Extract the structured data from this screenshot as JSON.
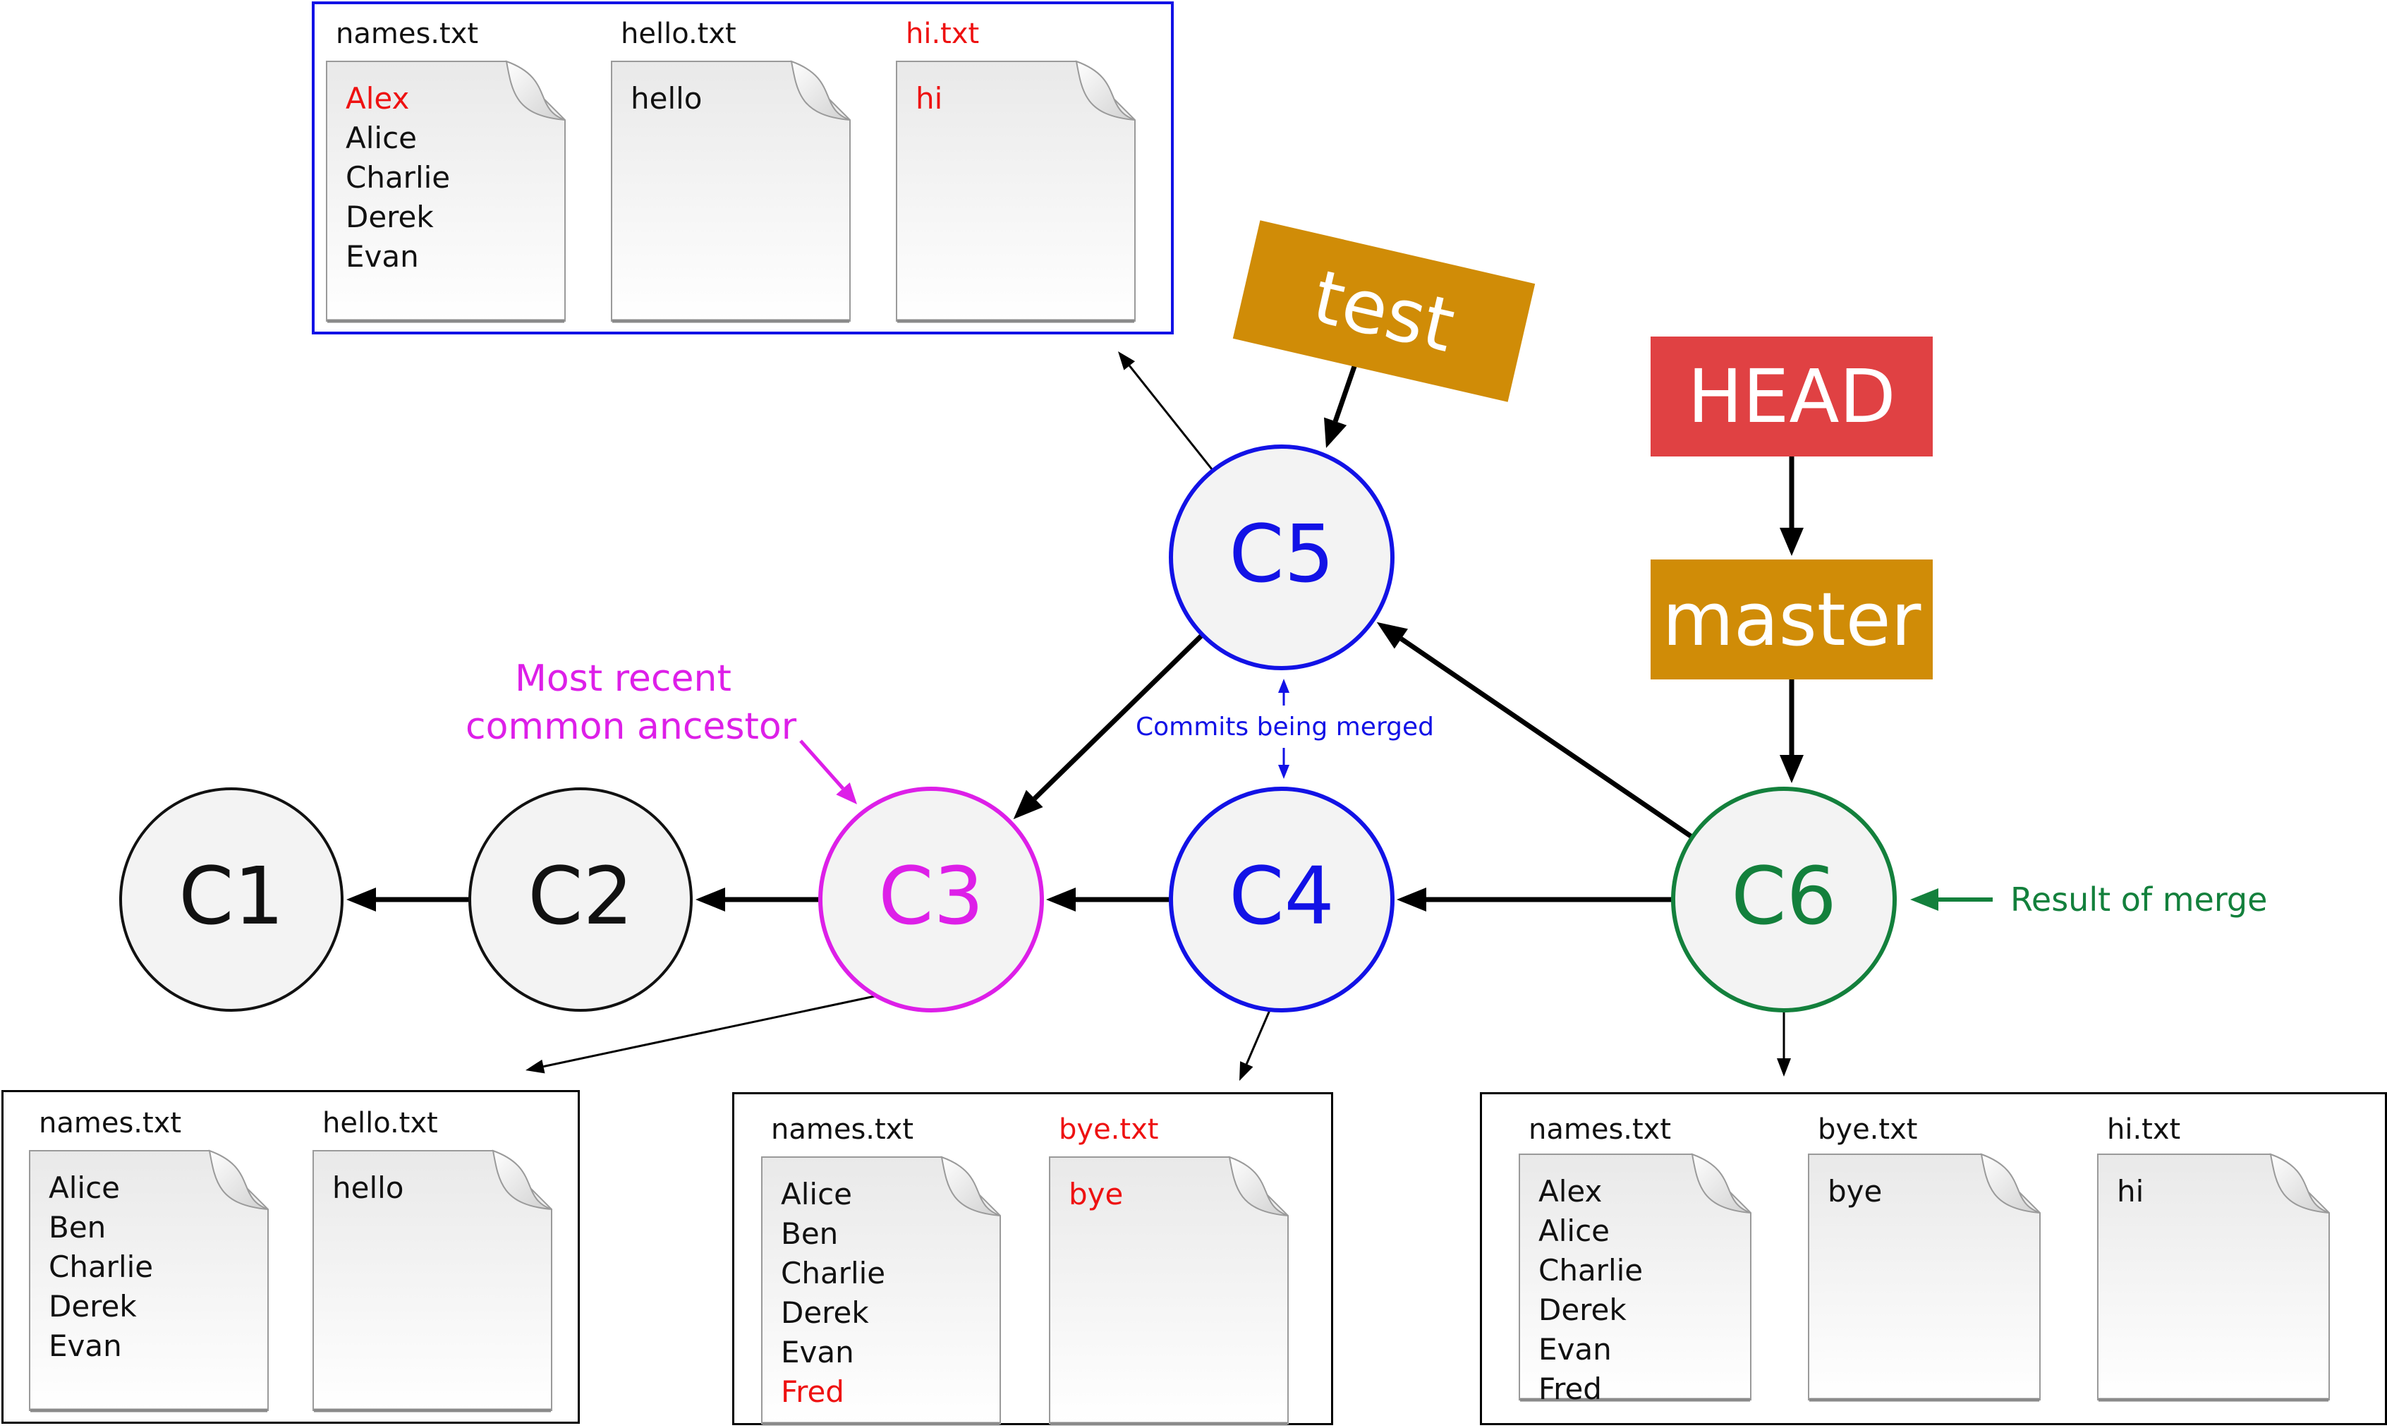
{
  "colors": {
    "commit_default": "#111111",
    "commit_merged": "#1212e6",
    "ancestor": "#dd1fe8",
    "merge_result": "#13803c",
    "branch_ref": "#d08c07",
    "head_ref": "#e04143",
    "new_file": "#ee1111",
    "node_fill": "#f3f3f3"
  },
  "commits": {
    "c1": {
      "label": "C1",
      "role": "default"
    },
    "c2": {
      "label": "C2",
      "role": "default"
    },
    "c3": {
      "label": "C3",
      "role": "ancestor"
    },
    "c4": {
      "label": "C4",
      "role": "merged"
    },
    "c5": {
      "label": "C5",
      "role": "merged"
    },
    "c6": {
      "label": "C6",
      "role": "merge_result"
    }
  },
  "edges": [
    {
      "from": "c2",
      "to": "c1"
    },
    {
      "from": "c3",
      "to": "c2"
    },
    {
      "from": "c4",
      "to": "c3"
    },
    {
      "from": "c5",
      "to": "c3"
    },
    {
      "from": "c6",
      "to": "c4"
    },
    {
      "from": "c6",
      "to": "c5"
    }
  ],
  "refs": {
    "head": {
      "label": "HEAD"
    },
    "master": {
      "label": "master"
    },
    "test": {
      "label": "test"
    }
  },
  "annotations": {
    "ancestor_line1": "Most recent",
    "ancestor_line2": "common ancestor",
    "commits_being_merged": "Commits being merged",
    "result_of_merge": "Result of merge"
  },
  "snapshots": {
    "c5": {
      "files": [
        {
          "name": "names.txt",
          "is_new": false,
          "lines": [
            {
              "text": "Alex",
              "is_new": true
            },
            {
              "text": "Alice"
            },
            {
              "text": "Charlie"
            },
            {
              "text": "Derek"
            },
            {
              "text": "Evan"
            }
          ]
        },
        {
          "name": "hello.txt",
          "is_new": false,
          "lines": [
            {
              "text": "hello"
            }
          ]
        },
        {
          "name": "hi.txt",
          "is_new": true,
          "lines": [
            {
              "text": "hi",
              "is_new": true
            }
          ]
        }
      ]
    },
    "c3": {
      "files": [
        {
          "name": "names.txt",
          "is_new": false,
          "lines": [
            {
              "text": "Alice"
            },
            {
              "text": "Ben"
            },
            {
              "text": "Charlie"
            },
            {
              "text": "Derek"
            },
            {
              "text": "Evan"
            }
          ]
        },
        {
          "name": "hello.txt",
          "is_new": false,
          "lines": [
            {
              "text": "hello"
            }
          ]
        }
      ]
    },
    "c4": {
      "files": [
        {
          "name": "names.txt",
          "is_new": false,
          "lines": [
            {
              "text": "Alice"
            },
            {
              "text": "Ben"
            },
            {
              "text": "Charlie"
            },
            {
              "text": "Derek"
            },
            {
              "text": "Evan"
            },
            {
              "text": "Fred",
              "is_new": true
            }
          ]
        },
        {
          "name": "bye.txt",
          "is_new": true,
          "lines": [
            {
              "text": "bye",
              "is_new": true
            }
          ]
        }
      ]
    },
    "c6": {
      "files": [
        {
          "name": "names.txt",
          "is_new": false,
          "lines": [
            {
              "text": "Alex"
            },
            {
              "text": "Alice"
            },
            {
              "text": "Charlie"
            },
            {
              "text": "Derek"
            },
            {
              "text": "Evan"
            },
            {
              "text": "Fred"
            }
          ]
        },
        {
          "name": "bye.txt",
          "is_new": false,
          "lines": [
            {
              "text": "bye"
            }
          ]
        },
        {
          "name": "hi.txt",
          "is_new": false,
          "lines": [
            {
              "text": "hi"
            }
          ]
        }
      ]
    }
  }
}
